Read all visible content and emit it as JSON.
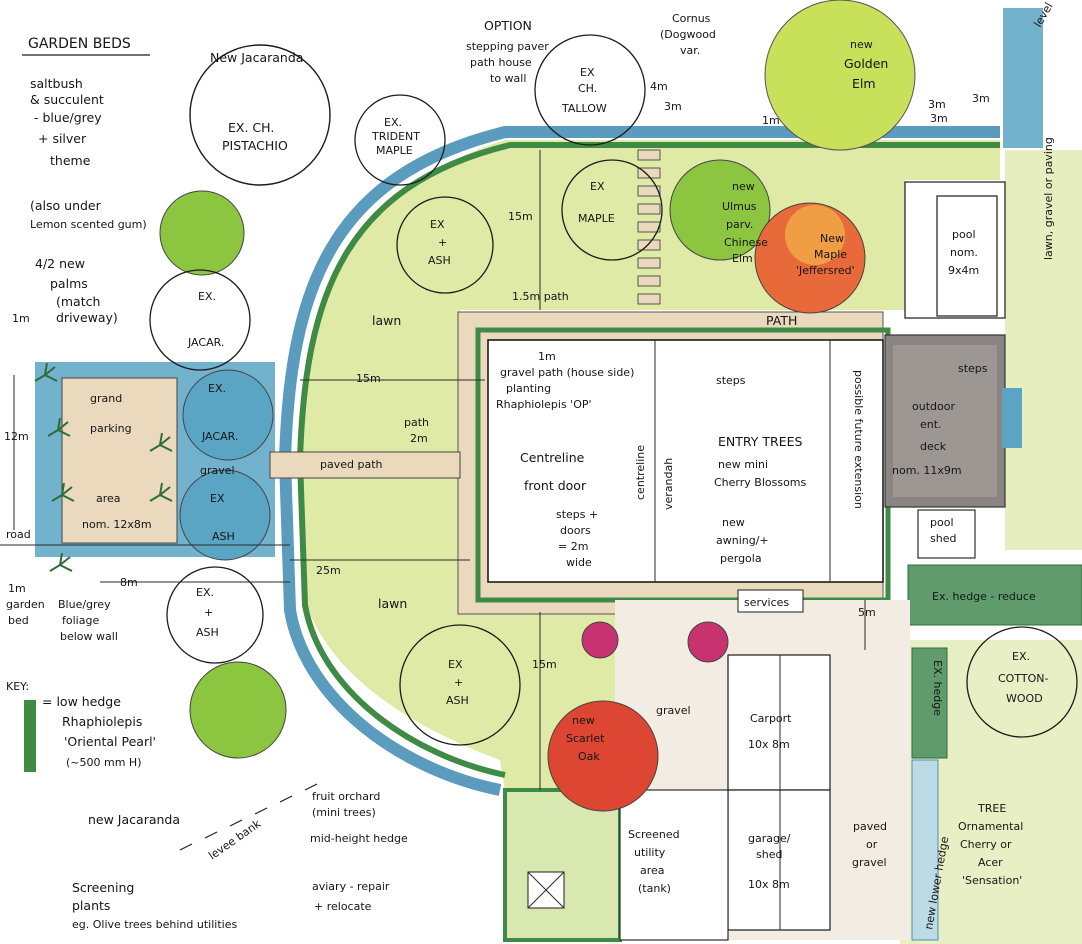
{
  "colors": {
    "lawn": "#dfeaa6",
    "hedge": "#3f8a45",
    "water": "#5aa4c4",
    "tree_green": "#8cc640",
    "tree_lime": "#c8e05a",
    "tree_orange": "#e8693a",
    "tree_red": "#dc4632",
    "tree_pink": "#c8326e",
    "path": "#ead9bd",
    "deck": "#8a8582",
    "wall": "#5b9bbd"
  },
  "labels": {
    "garden_beds": "GARDEN BEDS",
    "saltbush": "saltbush",
    "succulent": "& succulent",
    "blue_grey": "- blue/grey",
    "silver": "+ silver",
    "theme": "theme",
    "also_under": "(also under",
    "lemon_scented": "Lemon scented gum)",
    "new_palms": "4/2 new",
    "palms": "palms",
    "match_driveway": "(match",
    "driveway": "driveway)",
    "new_jacaranda_top": "New Jacaranda",
    "ex_ch_pistachio_1": "EX. CH.",
    "ex_ch_pistachio_2": "PISTACHIO",
    "ex_trident_maple_1": "EX.",
    "ex_trident_maple_2": "TRIDENT",
    "ex_trident_maple_3": "MAPLE",
    "option": "OPTION",
    "stepping_paver": "stepping paver",
    "path_house": "path house",
    "to_wall": "to wall",
    "ex_ch_tallow_1": "EX",
    "ex_ch_tallow_2": "CH.",
    "ex_ch_tallow_3": "TALLOW",
    "cornus": "Cornus",
    "dogwood": "(Dogwood",
    "var": "var.",
    "new_golden_elm_1": "new",
    "new_golden_elm_2": "Golden",
    "new_golden_elm_3": "Elm",
    "level": "level",
    "ex_ash_1": "EX",
    "ex_ash_2": "+",
    "ex_ash_3": "ASH",
    "ex_maple_1": "EX",
    "ex_maple_2": "MAPLE",
    "new_ulmus_1": "new",
    "new_ulmus_2": "Ulmus",
    "new_ulmus_3": "parv.",
    "new_ulmus_4": "Chinese",
    "new_ulmus_5": "Elm",
    "new_maple_1": "New",
    "new_maple_2": "Maple",
    "new_maple_3": "'Jeffersred'",
    "pool_1": "pool",
    "pool_2": "nom.",
    "pool_3": "9x4m",
    "path_word": "PATH",
    "dim_15m_a": "15m",
    "dim_15m_b": "15m",
    "dim_15m_c": "15m",
    "dim_1_5m_path": "1.5m path",
    "dim_4m": "4m",
    "dim_3m_a": "3m",
    "dim_3m_b": "3m",
    "dim_3m_c": "3m",
    "dim_3m_d": "3m",
    "dim_1m_a": "1m",
    "dim_1m_b": "1m",
    "dim_1m_c": "1m",
    "dim_5m": "5m",
    "dim_8m": "8m",
    "dim_12m": "12m",
    "dim_25m": "25m",
    "lawn_1": "lawn",
    "lawn_2": "lawn",
    "ex_jacar_1": "EX.",
    "ex_jacar_2": "JACAR.",
    "ex_jacar_b": "JACAR.",
    "grand_parking_1": "grand",
    "grand_parking_2": "parking",
    "grand_parking_3": "area",
    "grand_parking_4": "nom. 12x8m",
    "road": "road",
    "gravel": "gravel",
    "paved_path": "paved path",
    "path_2m_1": "path",
    "path_2m_2": "2m",
    "gravel_path_1": "gravel path (house side)",
    "gravel_path_2": "planting",
    "gravel_path_3": "Rhaphiolepis 'OP'",
    "centreline": "Centreline",
    "front_door": "front door",
    "centreline_vert": "centreline",
    "verandah": "verandah",
    "steps_doors_1": "steps +",
    "steps_doors_2": "doors",
    "steps_doors_3": "= 2m",
    "steps_doors_4": "wide",
    "steps_top": "steps",
    "entry_trees": "ENTRY TREES",
    "new_mini_cherry_1": "new mini",
    "new_mini_cherry_2": "Cherry Blossoms",
    "new_awning_1": "new",
    "new_awning_2": "awning/+",
    "new_awning_3": "pergola",
    "possible_future": "possible future extension",
    "services": "services",
    "outdoor_1": "outdoor",
    "outdoor_2": "ent.",
    "outdoor_3": "deck",
    "outdoor_4": "nom. 11x9m",
    "steps_deck": "steps",
    "pool_shed_1": "pool",
    "pool_shed_2": "shed",
    "lawn_gravel_paving": "lawn, gravel or paving",
    "ex_hedge": "Ex. hedge - reduce",
    "ex_cotton_1": "EX.",
    "ex_cotton_2": "COTTON-",
    "ex_cotton_3": "WOOD",
    "ex_hedge_vert": "EX. hedge",
    "new_low_hedge_vert": "new lower hedge",
    "carport_1": "Carport",
    "carport_2": "10x 8m",
    "garage_1": "garage/",
    "garage_2": "shed",
    "garage_3": "10x 8m",
    "paved_gravel_1": "paved",
    "paved_gravel_2": "or",
    "paved_gravel_3": "gravel",
    "tree_ornamental_1": "TREE",
    "tree_ornamental_2": "Ornamental",
    "tree_ornamental_3": "Cherry or",
    "tree_ornamental_4": "Acer",
    "tree_ornamental_5": "'Sensation'",
    "new_scarlet_oak_1": "new",
    "new_scarlet_oak_2": "Scarlet",
    "new_scarlet_oak_3": "Oak",
    "fruit_orchard_1": "fruit orchard",
    "fruit_orchard_2": "(mini trees)",
    "mid_height_hedge_1": "mid-height hedge",
    "aviary_1": "aviary - repair",
    "aviary_2": "+ relocate",
    "screened_1": "Screened",
    "screened_2": "utility",
    "screened_3": "area",
    "screened_4": "(tank)",
    "screening_1": "Screening",
    "screening_2": "plants",
    "screening_3": "eg. Olive trees behind utilities",
    "new_jacaranda_bottom": "new Jacaranda",
    "key_title": "KEY:",
    "key_low_hedge": "= low hedge",
    "key_rhaph": "Rhaphiolepis",
    "key_oriental": "'Oriental Pearl'",
    "key_500": "(~500 mm H)",
    "blue_grey_foliage_1": "Blue/grey",
    "blue_grey_foliage_2": "foliage",
    "blue_grey_foliage_3": "below wall",
    "garden_bed_1": "1m",
    "garden_bed_2": "garden",
    "garden_bed_3": "bed",
    "levee_bank": "levee bank",
    "ex_ash_left_1": "EX.",
    "ex_ash_left_2": "+",
    "ex_ash_left_3": "ASH"
  }
}
